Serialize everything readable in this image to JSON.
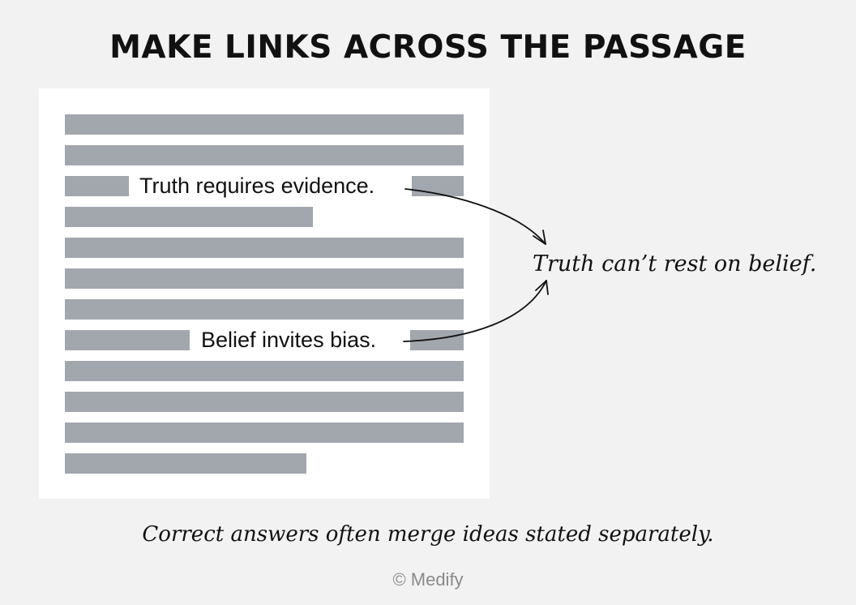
{
  "title": "MAKE LINKS ACROSS THE PASSAGE",
  "passage": {
    "quote_1": "Truth requires evidence.",
    "quote_2": "Belief invites bias."
  },
  "inference": "Truth can’t rest on belief.",
  "caption": "Correct answers often merge ideas stated separately.",
  "credit": "© Medify",
  "colors": {
    "background": "#f2f2f2",
    "passage": "#ffffff",
    "text_line": "#a2a6ad",
    "ink": "#111111",
    "credit": "#8a8a8a"
  }
}
